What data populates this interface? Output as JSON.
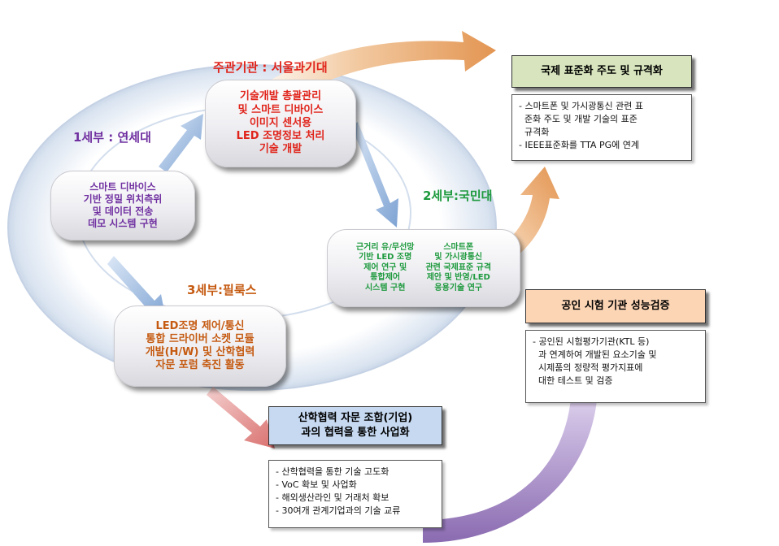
{
  "lead_label": "주관기관 : 서울과기대",
  "sub1_label": "1세부 : 연세대",
  "sub2_label": "2세부:국민대",
  "sub3_label": "3세부:필룩스",
  "center_node": [
    "기술개발 총괄관리",
    "및 스마트 디바이스",
    "이미지 센서용",
    "LED 조명정보 처리",
    "기술 개발"
  ],
  "left_node": [
    "스마트 디바이스",
    "기반 정밀 위치측위",
    "및 데이터 전송",
    "데모 시스템 구현"
  ],
  "right_node_left": [
    "근거리 유/무선망",
    "기반 LED 조명",
    "제어 연구 및",
    "통합제어",
    "시스템 구현"
  ],
  "right_node_right": [
    "스마트폰",
    "및 가시광통신",
    "관련 국제표준 규격",
    "제안 및 반영/LED",
    "응용기술 연구"
  ],
  "bottom_node": [
    "LED조명 제어/통신",
    "통합 드라이버 소켓 모듈",
    "개발(H/W) 및 산학협력",
    "자문 포럼 축진 활동"
  ],
  "box_standard": {
    "title": "국제 표준화 주도 및 규격화",
    "items": [
      "- 스마트폰 및 가시광통신 관련 표",
      "  준화 주도 및 개발 기술의 표준",
      "  규격화",
      "- IEEE표준화를 TTA PG에  연계"
    ]
  },
  "box_test": {
    "title": "공인 시험 기관 성능검증",
    "items": [
      "- 공인된 시험평가기관(KTL 등)",
      "  과 연계하여 개발된 요소기술 및",
      "  시제품의 정량적 평가지표에",
      "  대한 테스트 및 검증"
    ]
  },
  "box_industry": {
    "title": [
      "산학협력 자문 조합(기업)",
      "과의 협력을 통한 사업화"
    ],
    "items": [
      "- 산학협력을 통한 기술 고도화",
      "- VoC 확보 및 사업화",
      "- 해외생산라인 및 거래처 확보",
      "- 30여개 관계기업과의 기술 교류"
    ]
  },
  "colors": {
    "lead": "#e0241b",
    "sub1": "#7030a0",
    "sub2": "#1e9a3e",
    "sub3": "#c55a11",
    "standard_title_bg": "#d7e4bd",
    "test_title_bg": "#fcd5b5",
    "industry_title_bg": "#c6d9f1",
    "orange_arrow": "#e8a060",
    "purple_ring": "#8e6fb5",
    "blue_ring": "#b9cbe6"
  }
}
